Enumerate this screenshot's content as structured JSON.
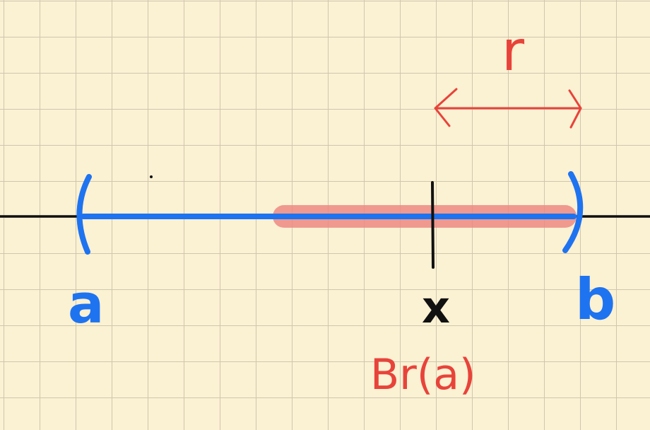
{
  "colors": {
    "paper": "#fbf1d3",
    "grid": "#cfc6ad",
    "axis": "#111111",
    "interval": "#1e73f0",
    "neighborhood": "#ec8a82",
    "annotation": "#e8433a"
  },
  "labels": {
    "left_endpoint": "a",
    "right_endpoint": "b",
    "point": "x",
    "radius": "r",
    "ball": "Br(a)"
  }
}
